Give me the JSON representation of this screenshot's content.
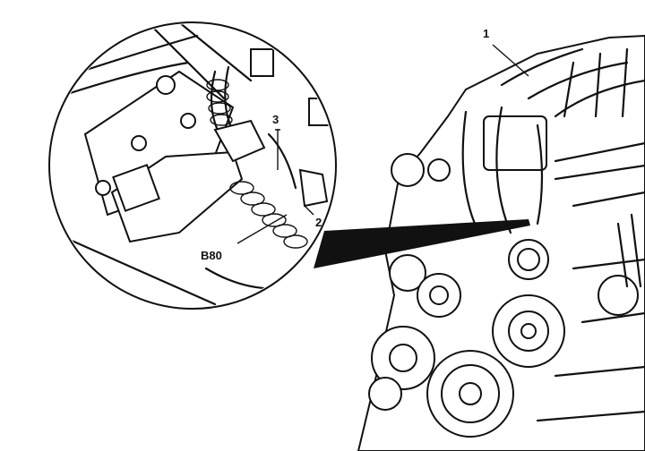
{
  "callouts": {
    "item_1": "1",
    "item_2": "2",
    "item_3": "3",
    "sensor": "B80"
  }
}
